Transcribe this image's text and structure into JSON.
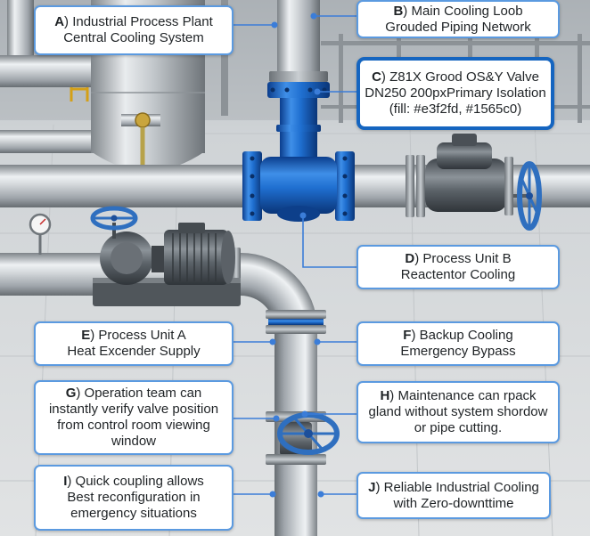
{
  "colors": {
    "accent": "#1565c0",
    "callout_border": "#5b9ae0",
    "connector": "#3b7dd8",
    "valve_blue": "#1f6fd0",
    "handwheel_blue": "#2f6fbf"
  },
  "callouts": {
    "a": {
      "letter": "A",
      "lines": [
        ") Industrial Process Plant",
        "Central Cooling System"
      ]
    },
    "b": {
      "letter": "B",
      "lines": [
        ") Main Cooling Loob",
        "Grouded Piping Network"
      ]
    },
    "c": {
      "letter": "C",
      "lines": [
        ") Z81X Grood OS&Y Valve",
        "DN250 200pxPrimary Isolation",
        "(fill: #e3f2fd, #1565c0)"
      ]
    },
    "d": {
      "letter": "D",
      "lines": [
        ") Process Unit B",
        "Reactentor Cooling"
      ]
    },
    "e": {
      "letter": "E",
      "lines": [
        ") Process Unit A",
        "Heat Excender Supply"
      ]
    },
    "f": {
      "letter": "F",
      "lines": [
        ") Backup Cooling",
        "Emergency Bypass"
      ]
    },
    "g": {
      "letter": "G",
      "lines": [
        ") Operation team can",
        "instantly verify valve position",
        "from control room viewing",
        "window"
      ]
    },
    "h": {
      "letter": "H",
      "lines": [
        ") Maintenance can rpack",
        "gland without system shordow",
        "or pipe cutting."
      ]
    },
    "i": {
      "letter": "I",
      "lines": [
        ") Quick coupling allows",
        "Best reconfiguration in",
        "emergency situations"
      ]
    },
    "j": {
      "letter": "J",
      "lines": [
        ") Reliable Industrial Cooling",
        "with Zero-downttime"
      ]
    }
  }
}
